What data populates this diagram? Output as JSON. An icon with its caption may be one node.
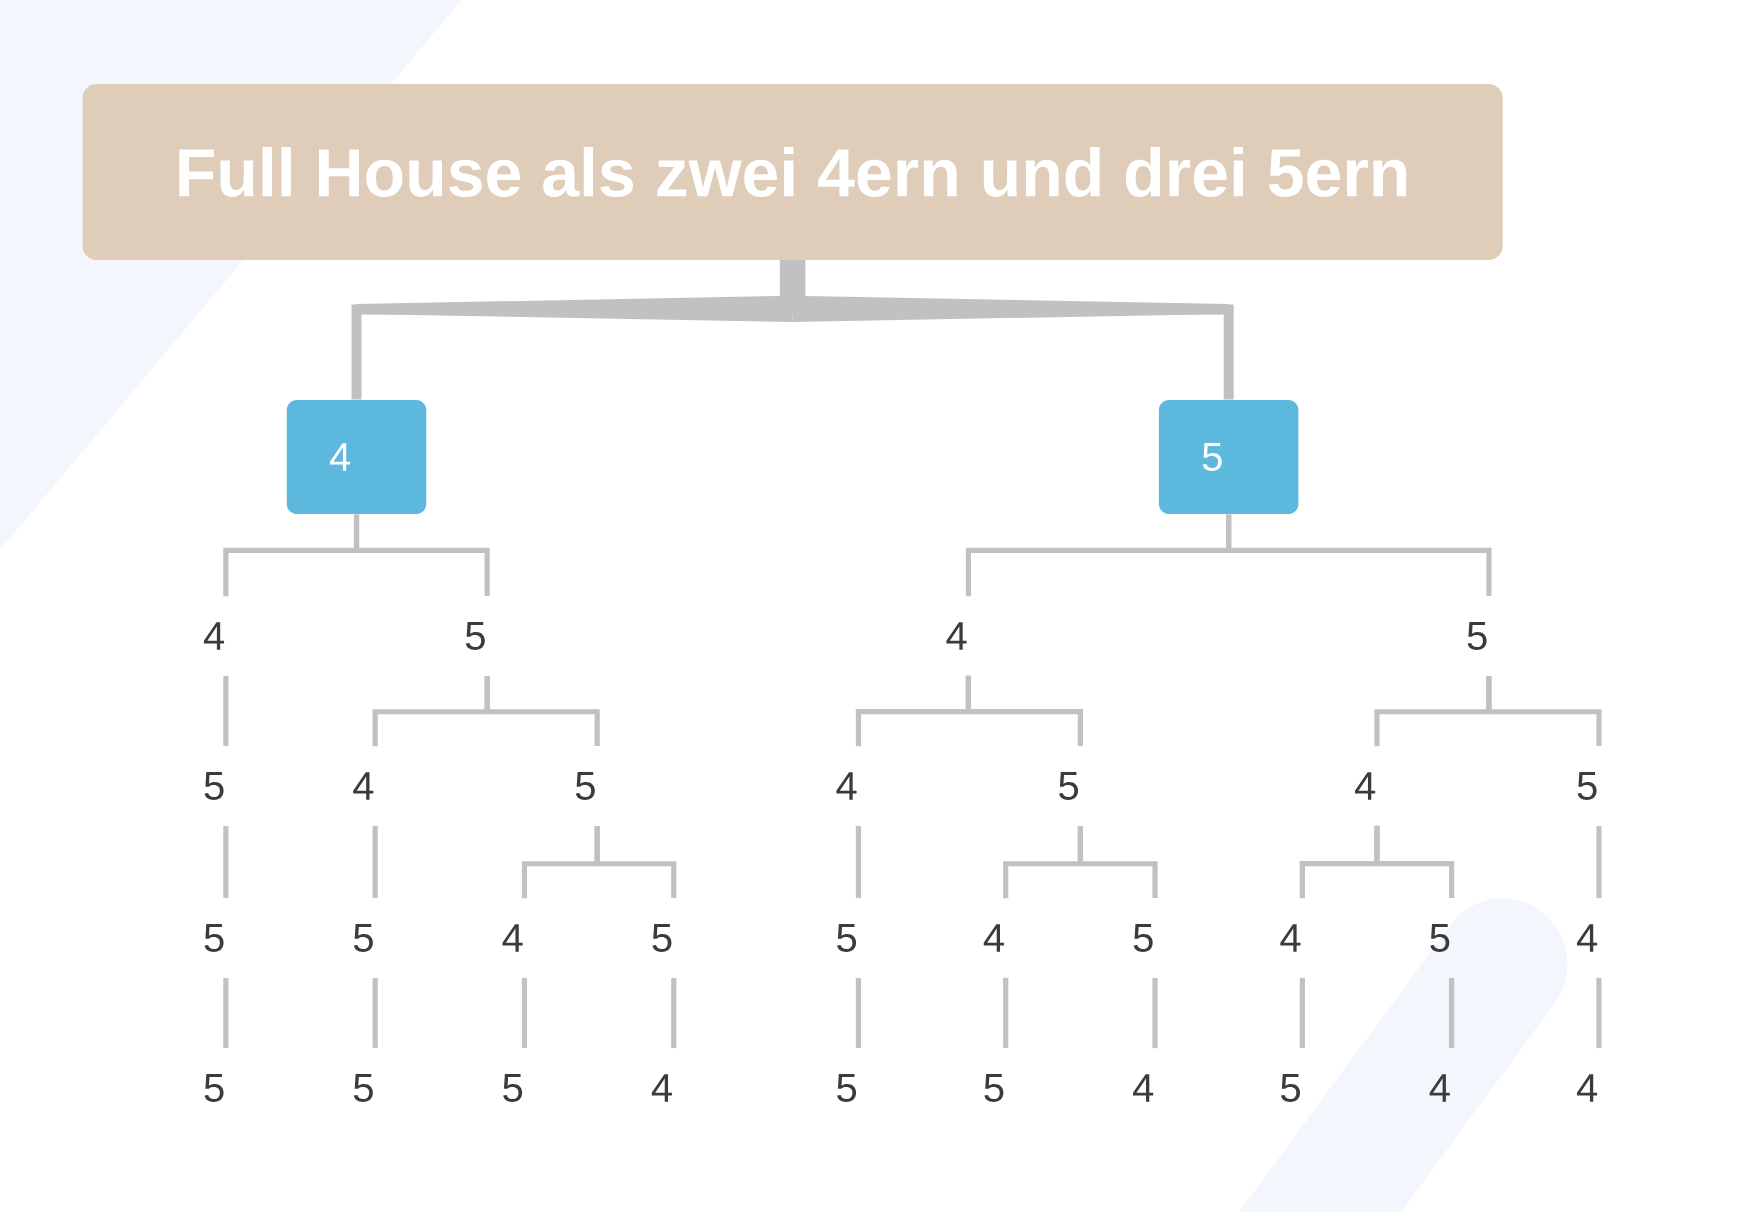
{
  "diagram": {
    "nodes": [
      {
        "text": [
          "Full House als zwei 4ern und drei 5ern"
        ]
      },
      {
        "text": [
          "4"
        ]
      },
      {
        "text": [
          "5"
        ]
      },
      {
        "text": [
          "4"
        ]
      },
      {
        "text": [
          "5"
        ]
      },
      {
        "text": [
          "4"
        ]
      },
      {
        "text": [
          "5"
        ]
      },
      {
        "text": [
          "5"
        ]
      },
      {
        "text": [
          "4"
        ]
      },
      {
        "text": [
          "5"
        ]
      },
      {
        "text": [
          "4"
        ]
      },
      {
        "text": [
          "5"
        ]
      },
      {
        "text": [
          "4"
        ]
      },
      {
        "text": [
          "5"
        ]
      },
      {
        "text": [
          "5"
        ]
      },
      {
        "text": [
          "5"
        ]
      },
      {
        "text": [
          "4"
        ]
      },
      {
        "text": [
          "5"
        ]
      },
      {
        "text": [
          "5"
        ]
      },
      {
        "text": [
          "4"
        ]
      },
      {
        "text": [
          "5"
        ]
      },
      {
        "text": [
          "4"
        ]
      },
      {
        "text": [
          "5"
        ]
      },
      {
        "text": [
          "4"
        ]
      },
      {
        "text": [
          "5"
        ]
      },
      {
        "text": [
          "5"
        ]
      },
      {
        "text": [
          "5"
        ]
      },
      {
        "text": [
          "4"
        ]
      },
      {
        "text": [
          "5"
        ]
      },
      {
        "text": [
          "5"
        ]
      },
      {
        "text": [
          "4"
        ]
      },
      {
        "text": [
          "5"
        ]
      },
      {
        "text": [
          "4"
        ]
      },
      {
        "text": [
          "4"
        ]
      }
    ],
    "edges": [
      {
        "from": 0,
        "to": 1,
        "arrow": "none",
        "style": "thick"
      },
      {
        "from": 0,
        "to": 2,
        "arrow": "none",
        "style": "thick"
      },
      {
        "from": 1,
        "to": 3,
        "arrow": "none"
      },
      {
        "from": 1,
        "to": 4,
        "arrow": "none"
      },
      {
        "from": 2,
        "to": 5,
        "arrow": "none"
      },
      {
        "from": 2,
        "to": 6,
        "arrow": "none"
      },
      {
        "from": 3,
        "to": 7,
        "arrow": "none"
      },
      {
        "from": 4,
        "to": 8,
        "arrow": "none"
      },
      {
        "from": 4,
        "to": 9,
        "arrow": "none"
      },
      {
        "from": 5,
        "to": 10,
        "arrow": "none"
      },
      {
        "from": 5,
        "to": 11,
        "arrow": "none"
      },
      {
        "from": 6,
        "to": 12,
        "arrow": "none"
      },
      {
        "from": 6,
        "to": 13,
        "arrow": "none"
      },
      {
        "from": 7,
        "to": 14,
        "arrow": "none"
      },
      {
        "from": 8,
        "to": 15,
        "arrow": "none"
      },
      {
        "from": 9,
        "to": 16,
        "arrow": "none"
      },
      {
        "from": 9,
        "to": 17,
        "arrow": "none"
      },
      {
        "from": 10,
        "to": 18,
        "arrow": "none"
      },
      {
        "from": 11,
        "to": 19,
        "arrow": "none"
      },
      {
        "from": 11,
        "to": 20,
        "arrow": "none"
      },
      {
        "from": 12,
        "to": 21,
        "arrow": "none"
      },
      {
        "from": 12,
        "to": 22,
        "arrow": "none"
      },
      {
        "from": 13,
        "to": 23,
        "arrow": "none"
      },
      {
        "from": 14,
        "to": 24,
        "arrow": "none"
      },
      {
        "from": 15,
        "to": 25,
        "arrow": "none"
      },
      {
        "from": 16,
        "to": 26,
        "arrow": "none"
      },
      {
        "from": 17,
        "to": 27,
        "arrow": "none"
      },
      {
        "from": 18,
        "to": 28,
        "arrow": "none"
      },
      {
        "from": 19,
        "to": 29,
        "arrow": "none"
      },
      {
        "from": 20,
        "to": 30,
        "arrow": "none"
      },
      {
        "from": 21,
        "to": 31,
        "arrow": "none"
      },
      {
        "from": 22,
        "to": 32,
        "arrow": "none"
      },
      {
        "from": 23,
        "to": 33,
        "arrow": "none"
      }
    ]
  }
}
